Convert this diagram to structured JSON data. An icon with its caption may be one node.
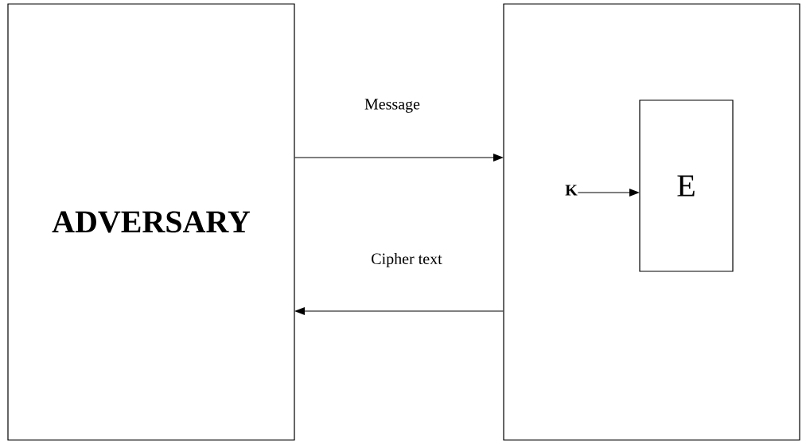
{
  "diagram": {
    "nodes": [
      {
        "text": [
          "ADVERSARY"
        ]
      },
      {
        "text": [],
        "shape": "box"
      },
      {
        "text": [
          "E"
        ],
        "in": 1
      },
      {
        "text": [
          "K"
        ],
        "in": 1
      }
    ],
    "edges": [
      {
        "from": 0,
        "to": 1,
        "arrow": "to",
        "label": "Message"
      },
      {
        "from": 1,
        "to": 0,
        "arrow": "to",
        "label": "Cipher text"
      },
      {
        "from": 3,
        "to": 2,
        "arrow": "to"
      }
    ]
  }
}
